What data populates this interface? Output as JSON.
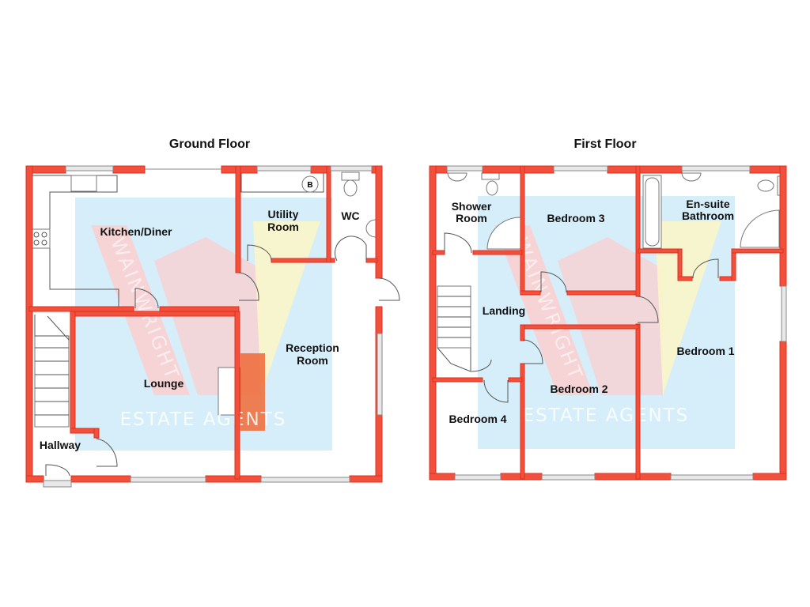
{
  "floors": {
    "ground": {
      "title": "Ground Floor",
      "rooms": {
        "kitchen": "Kitchen/Diner",
        "utility_1": "Utility",
        "utility_2": "Room",
        "wc": "WC",
        "reception_1": "Reception",
        "reception_2": "Room",
        "lounge": "Lounge",
        "hallway": "Hallway"
      },
      "boiler_label": "B"
    },
    "first": {
      "title": "First Floor",
      "rooms": {
        "shower_1": "Shower",
        "shower_2": "Room",
        "bedroom3": "Bedroom 3",
        "ensuite_1": "En-suite",
        "ensuite_2": "Bathroom",
        "landing": "Landing",
        "bedroom1": "Bedroom 1",
        "bedroom2": "Bedroom 2",
        "bedroom4": "Bedroom 4"
      }
    }
  },
  "watermark": {
    "brand": "WAINWRIGHT",
    "tagline": "ESTATE AGENTS"
  },
  "colors": {
    "wall": "#f0503c",
    "watermark_blue": "#d6eefa",
    "watermark_pink": "#f9cfcf",
    "watermark_yellow": "#fbf5c8",
    "chimney": "#f07040"
  }
}
